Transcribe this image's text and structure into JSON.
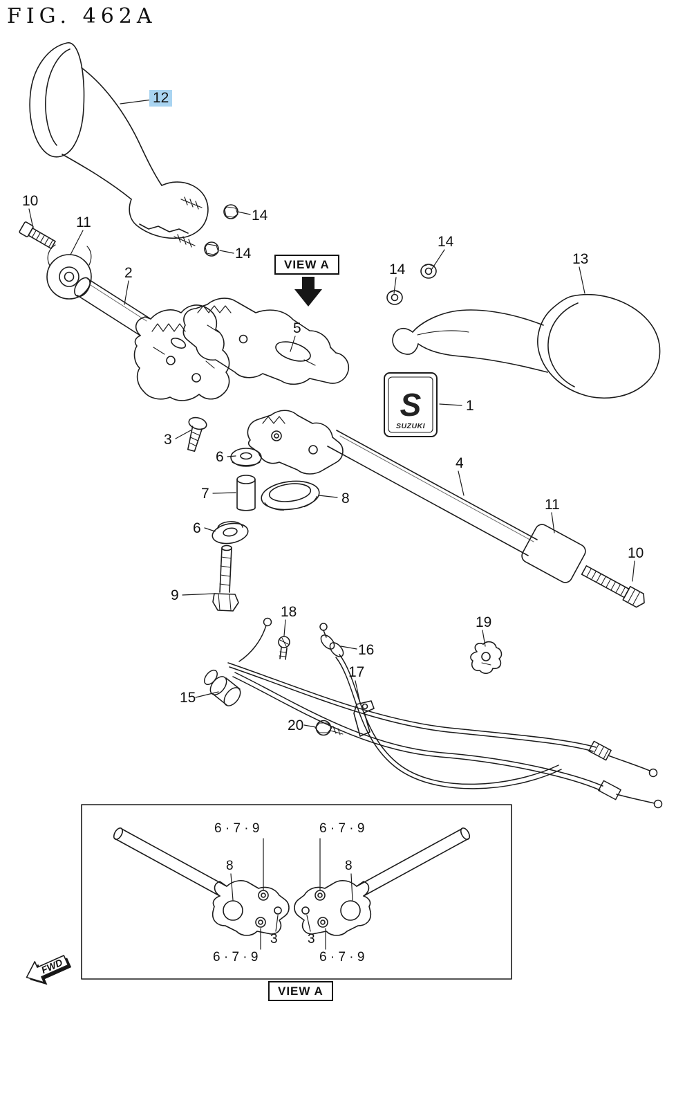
{
  "figure": {
    "title": "FIG. 462A"
  },
  "view_a": {
    "label": "VIEW A"
  },
  "fwd": {
    "label": "FWD"
  },
  "emblem": {
    "logo": "S",
    "brand": "SUZUKI"
  },
  "colors": {
    "line": "#1c1c1c",
    "highlight": "#a9d4f1",
    "paper": "#ffffff"
  },
  "callouts": [
    {
      "part": "12",
      "highlighted": true
    },
    {
      "part": "10"
    },
    {
      "part": "11"
    },
    {
      "part": "2"
    },
    {
      "part": "14"
    },
    {
      "part": "14"
    },
    {
      "part": "14"
    },
    {
      "part": "14"
    },
    {
      "part": "13"
    },
    {
      "part": "5"
    },
    {
      "part": "1"
    },
    {
      "part": "3"
    },
    {
      "part": "6"
    },
    {
      "part": "7"
    },
    {
      "part": "8"
    },
    {
      "part": "6"
    },
    {
      "part": "9"
    },
    {
      "part": "4"
    },
    {
      "part": "11"
    },
    {
      "part": "10"
    },
    {
      "part": "18"
    },
    {
      "part": "16"
    },
    {
      "part": "15"
    },
    {
      "part": "17"
    },
    {
      "part": "19"
    },
    {
      "part": "20"
    }
  ],
  "inset": {
    "labels": [
      "6 · 7 · 9",
      "6 · 7 · 9",
      "8",
      "8",
      "3",
      "3",
      "6 · 7 · 9",
      "6 · 7 · 9"
    ]
  }
}
